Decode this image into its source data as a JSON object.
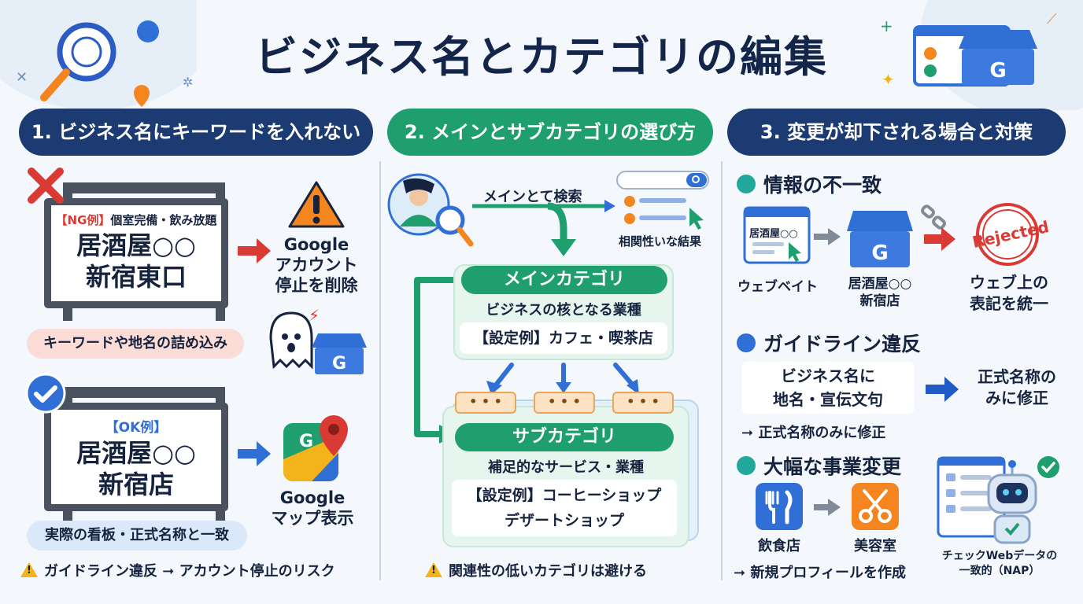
{
  "title": "ビジネス名とカテゴリの編集",
  "sections": {
    "s1": {
      "header": "1. ビジネス名にキーワードを入れない",
      "ng_tag": "【NG例】",
      "ng_tagline": "個室完備・飲み放題",
      "ng_name_line1": "居酒屋○○",
      "ng_name_line2": "新宿東口",
      "ng_result_line1": "Google",
      "ng_result_line2": "アカウント",
      "ng_result_line3": "停止を削除",
      "ng_pill": "キーワードや地名の詰め込み",
      "ok_tag": "【OK例】",
      "ok_name_line1": "居酒屋○○",
      "ok_name_line2": "新宿店",
      "ok_result_line1": "Google",
      "ok_result_line2": "マップ表示",
      "ok_pill": "実際の看板・正式名称と一致",
      "warning": "ガイドライン違反 ➞ アカウント停止のリスク"
    },
    "s2": {
      "header": "2. メインとサブカテゴリの選び方",
      "search_label": "メインとて検索",
      "result_label": "相関性いな結果",
      "main_title": "メインカテゴリ",
      "main_desc": "ビジネスの核となる業種",
      "main_example": "【設定例】カフェ・喫茶店",
      "dots": "• • •",
      "sub_title": "サブカテゴリ",
      "sub_desc": "補足的なサービス・業種",
      "sub_example_line1": "【設定例】コーヒーショップ",
      "sub_example_line2": "デザートショップ",
      "warning": "関連性の低いカテゴリは避ける"
    },
    "s3": {
      "header": "3. 変更が却下される場合と対策",
      "c1_title": "情報の不一致",
      "c1_web_text": "居酒屋○○",
      "c1_web_label": "ウェブベイト",
      "c1_store_line1": "居酒屋○○",
      "c1_store_line2": "新宿店",
      "c1_stamp": "Rejected",
      "c1_fix_line1": "ウェブ上の",
      "c1_fix_line2": "表記を統一",
      "c2_title": "ガイドライン違反",
      "c2_box_line1": "ビジネス名に",
      "c2_box_line2": "地名・宣伝文句",
      "c2_fix_line1": "正式名称の",
      "c2_fix_line2": "みに修正",
      "c2_note": "➞ 正式名称のみに修正",
      "c3_title": "大幅な事業変更",
      "c3_from": "飲食店",
      "c3_to": "美容室",
      "c3_note": "➞ 新規プロフィールを作成",
      "robot_line1": "チェックWebデータの",
      "robot_line2": "一致的（NAP）"
    }
  },
  "colors": {
    "navy": "#1c3b72",
    "green": "#1f9e6e",
    "red": "#d93a34",
    "blue": "#2f6fd6",
    "orange": "#f5851f"
  }
}
